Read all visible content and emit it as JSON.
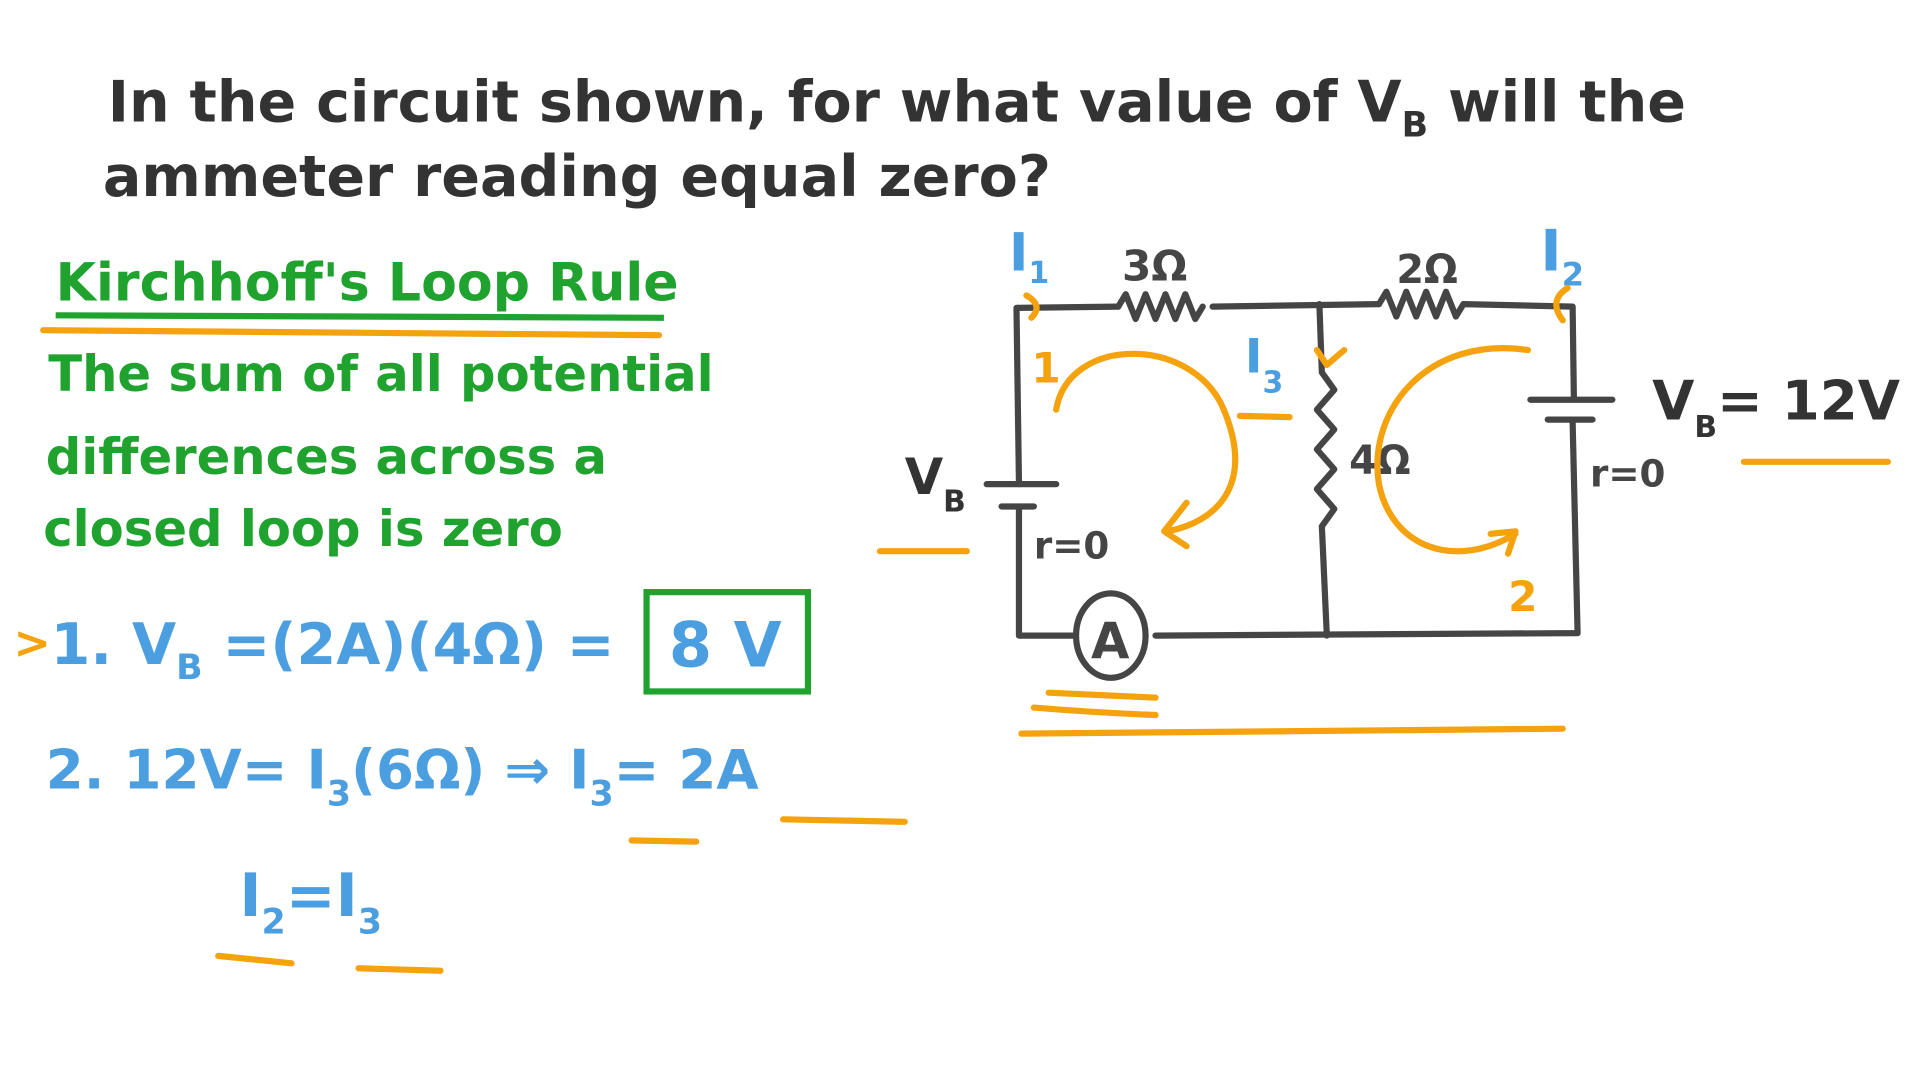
{
  "question": {
    "line1_a": "In the circuit shown, for what value of V",
    "line1_sub": "B",
    "line1_b": " will the",
    "line2": "ammeter reading equal zero?"
  },
  "rule": {
    "title": "Kirchhoff's Loop Rule",
    "lines": [
      "The sum of all potential",
      "differences across a",
      "closed loop is zero"
    ]
  },
  "steps": {
    "marker": ">",
    "step1_a": "1. V",
    "step1_sub": "B",
    "step1_b": " =(2A)(4Ω) =",
    "step1_answer": "8 V",
    "step2_a": "2. 12V= I",
    "step2_sub1": "3",
    "step2_b": "(6Ω) ⇒ I",
    "step2_sub2": "3",
    "step2_c": "= 2A",
    "step3_a": "I",
    "step3_sub1": "2",
    "step3_b": "=I",
    "step3_sub2": "3"
  },
  "circuit": {
    "r1": "3Ω",
    "r2": "2Ω",
    "r3": "4Ω",
    "i1": "I",
    "i1_sub": "1",
    "i2": "I",
    "i2_sub": "2",
    "i3": "I",
    "i3_sub": "3",
    "vb_left": "V",
    "vb_left_sub": "B",
    "vb_right": "V",
    "vb_right_sub": "B",
    "vb_right_value": "= 12V",
    "r_left": "r=0",
    "r_right": "r=0",
    "ammeter": "A",
    "loop1": "1",
    "loop2": "2"
  },
  "colors": {
    "text": "#333333",
    "green": "#1fa22e",
    "blue": "#4b9fe0",
    "orange": "#f4a20e",
    "wire": "#454545"
  }
}
